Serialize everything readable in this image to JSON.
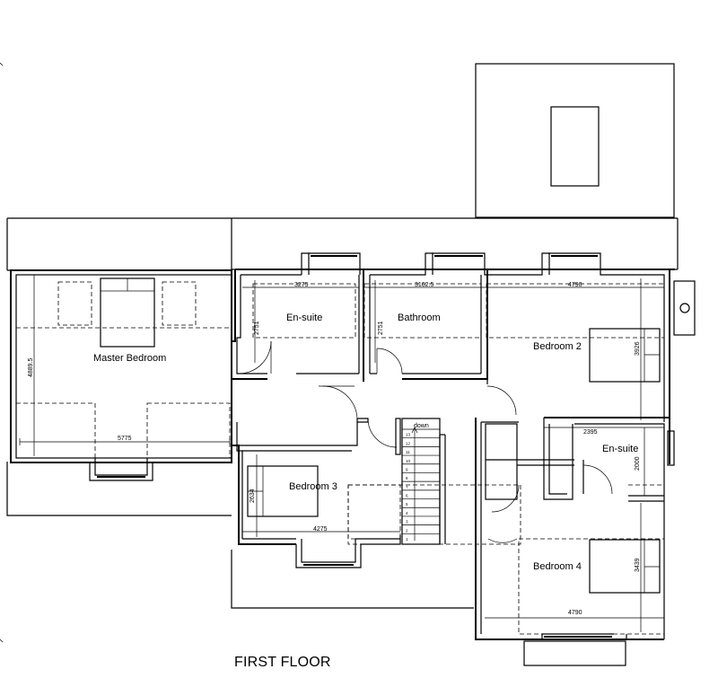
{
  "floor_title": "FIRST FLOOR",
  "rooms": {
    "master_bedroom": "Master Bedroom",
    "en_suite_1": "En-suite",
    "bathroom": "Bathroom",
    "bedroom_2": "Bedroom 2",
    "en_suite_2": "En-suite",
    "bedroom_3": "Bedroom 3",
    "bedroom_4": "Bedroom 4"
  },
  "stairs": {
    "direction_label": "down",
    "step_numbers": [
      "13",
      "12",
      "11",
      "10",
      "9",
      "8",
      "7",
      "6",
      "5",
      "4",
      "3",
      "2",
      "1"
    ]
  },
  "dimensions": {
    "master_width": "5775",
    "master_depth": "4889.5",
    "ensuite1_width": "3275",
    "ensuite1_depth": "2751",
    "bathroom_width": "3162.5",
    "bathroom_depth": "2751",
    "bedroom2_width": "4790",
    "bedroom2_depth": "3926",
    "ensuite2_width": "2395",
    "ensuite2_depth": "2000",
    "bedroom3_width": "4275",
    "bedroom3_depth": "2634",
    "bedroom4_width": "4790",
    "bedroom4_depth": "3439"
  }
}
